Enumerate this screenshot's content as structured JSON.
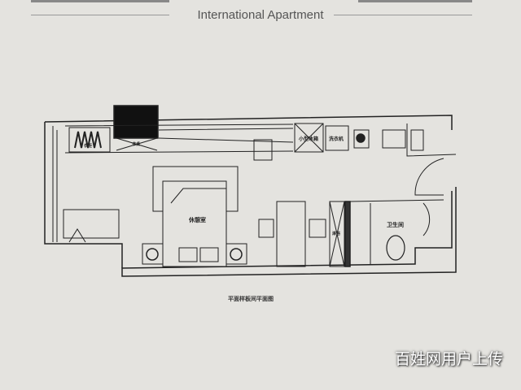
{
  "header": {
    "title": "International Apartment"
  },
  "plan": {
    "labels": {
      "wardrobe": "衣柜",
      "desk": "书桌",
      "lounge": "休憩室",
      "fridge": "小型冰箱",
      "washer": "洗衣机",
      "bathroom": "卫生间",
      "shower": "淋浴"
    },
    "caption": "平面样板间平面图"
  },
  "watermark": "百姓网用户上传"
}
